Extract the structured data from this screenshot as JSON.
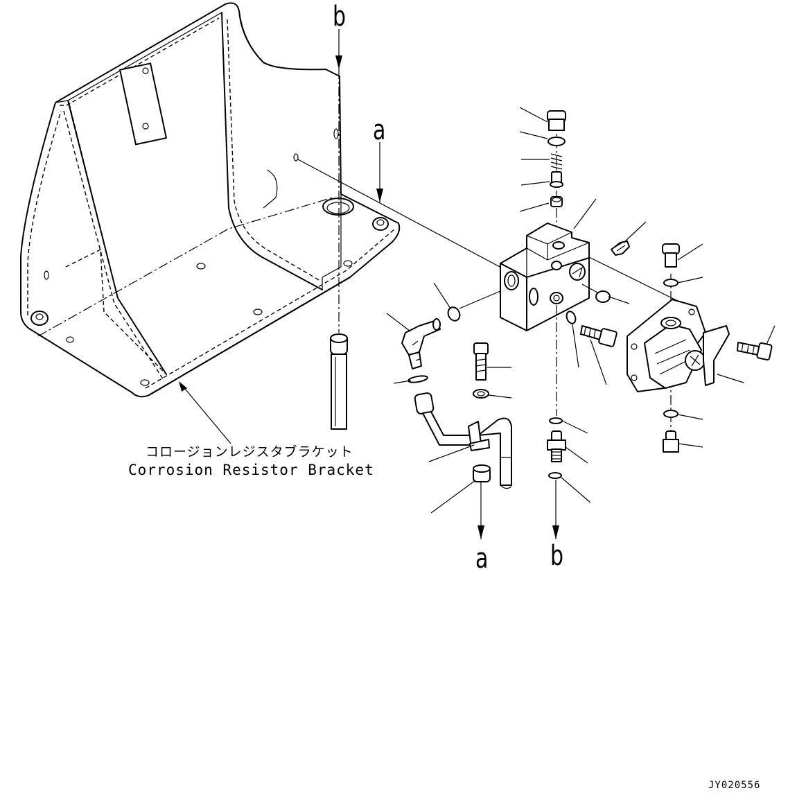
{
  "diagram": {
    "labels": {
      "b_top": "b",
      "a_top": "a",
      "a_bottom": "a",
      "b_bottom": "b"
    },
    "bracket_name_jp": "コロージョンレジスタブラケット",
    "bracket_name_en": "Corrosion Resistor Bracket",
    "figure_code": "JY020556"
  }
}
